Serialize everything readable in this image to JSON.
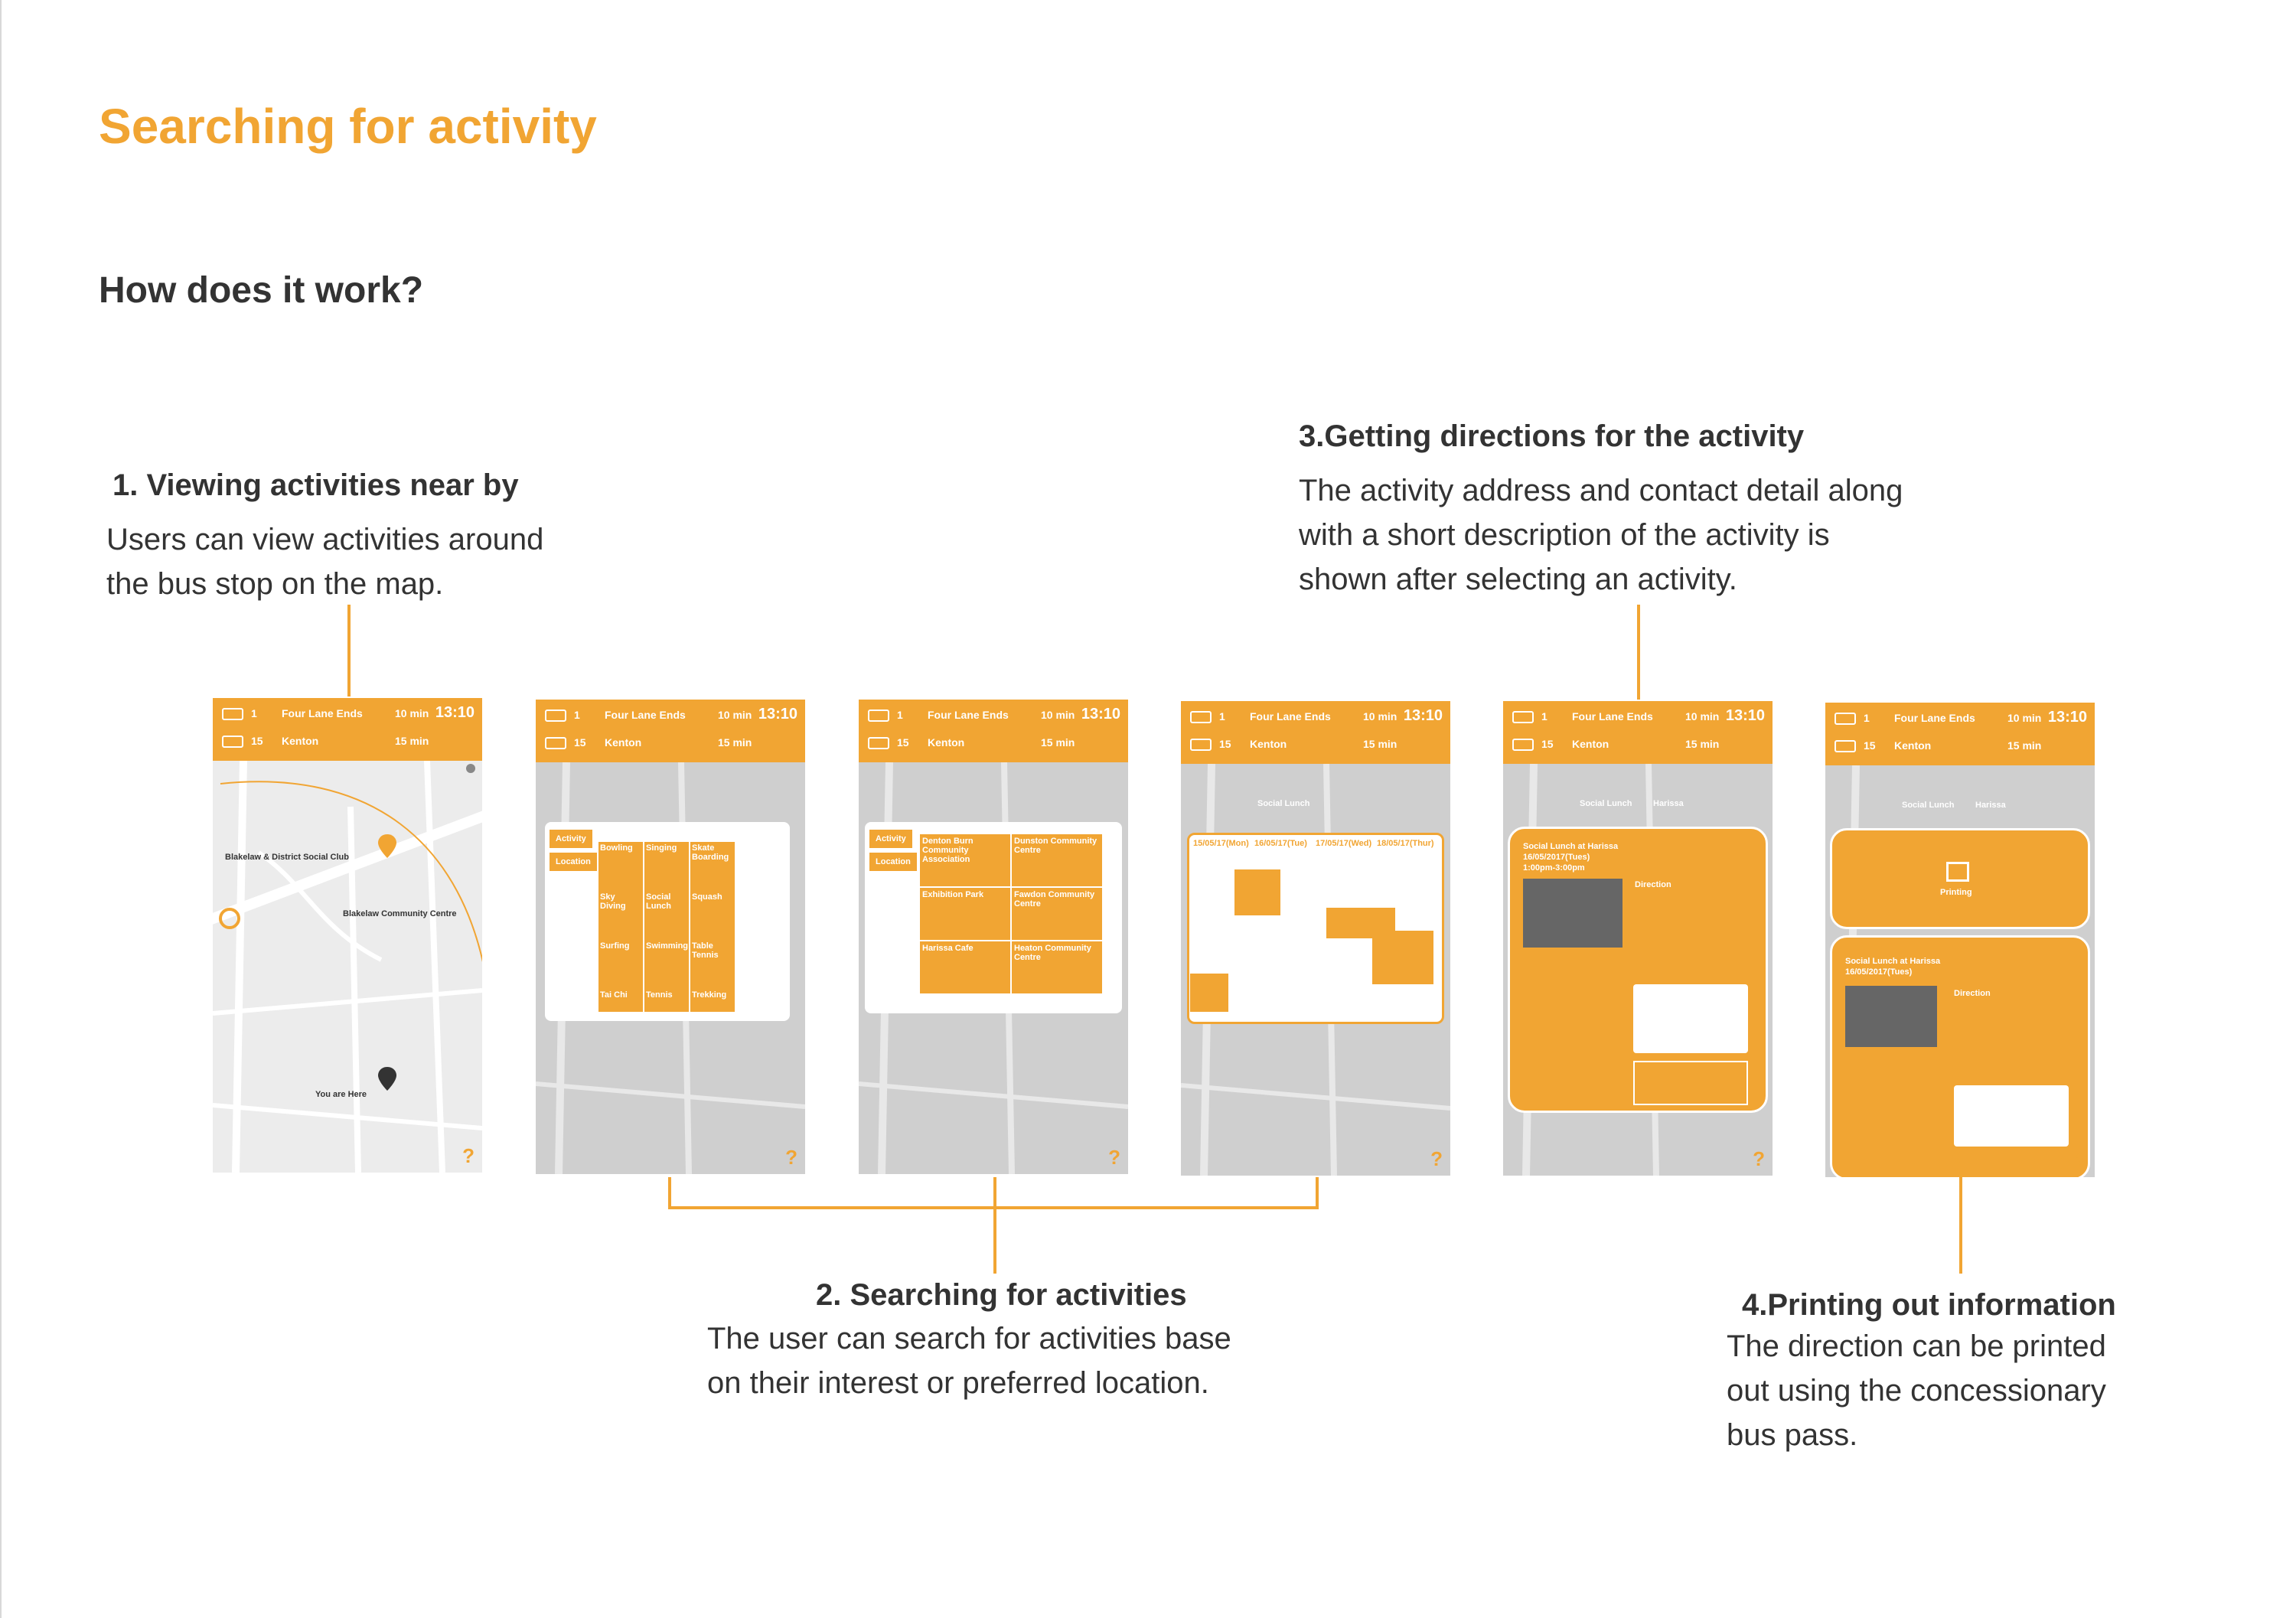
{
  "page": {
    "title": "Searching for activity",
    "subtitle": "How does it work?"
  },
  "steps": [
    {
      "heading": "1. Viewing activities near by",
      "desc_lines": [
        "Users can view activities around",
        "the bus stop on the map."
      ]
    },
    {
      "heading": "2. Searching for activities",
      "desc_lines": [
        "The user can search for activities base",
        "on their interest or preferred location."
      ]
    },
    {
      "heading": "3.Getting directions for the activity",
      "desc_lines": [
        "The activity address and contact detail along",
        "with a short description of the activity is",
        "shown after selecting an activity."
      ]
    },
    {
      "heading": "4.Printing out information",
      "desc_lines": [
        "The direction can be printed",
        "out using the concessionary",
        "bus pass."
      ]
    }
  ],
  "phone_header": {
    "clock": "13:10",
    "rows": [
      {
        "route": "1",
        "stop": "Four Lane Ends",
        "eta": "10 min"
      },
      {
        "route": "15",
        "stop": "Kenton",
        "eta": "15 min"
      }
    ]
  },
  "screens": [
    {
      "name": "map",
      "labels": {
        "club": "Blakelaw & District Social Club",
        "centre": "Blakelaw Community Centre",
        "here": "You are Here"
      }
    },
    {
      "name": "activity-grid",
      "tabs": [
        "Activity",
        "Location"
      ],
      "tiles": [
        "Bowling",
        "Singing",
        "Skate Boarding",
        "Sky Diving",
        "Social Lunch",
        "Squash",
        "Surfing",
        "Swimming",
        "Table Tennis",
        "Tai Chi",
        "Tennis",
        "Trekking"
      ]
    },
    {
      "name": "location-list",
      "tabs": [
        "Activity",
        "Location"
      ],
      "tiles": [
        "Denton Burn Community Association",
        "Dunston Community Centre",
        "Exhibition Park",
        "Fawdon Community Centre",
        "Harissa Cafe",
        "Heaton Community Centre"
      ]
    },
    {
      "name": "schedule",
      "breadcrumb": "Social Lunch",
      "dates": [
        "15/05/17(Mon)",
        "16/05/17(Tue)",
        "17/05/17(Wed)",
        "18/05/17(Thur)"
      ]
    },
    {
      "name": "detail",
      "breadcrumb": [
        "Social Lunch",
        "Harissa"
      ],
      "heading": "Social Lunch at Harissa",
      "date": "16/05/2017(Tues)",
      "time": "1:00pm-3:00pm",
      "section": "Direction"
    },
    {
      "name": "printing",
      "breadcrumb": [
        "Social Lunch",
        "Harissa"
      ],
      "status": "Printing",
      "heading": "Social Lunch at Harissa",
      "date": "16/05/2017(Tues)",
      "section": "Direction"
    }
  ],
  "help_glyph": "?"
}
